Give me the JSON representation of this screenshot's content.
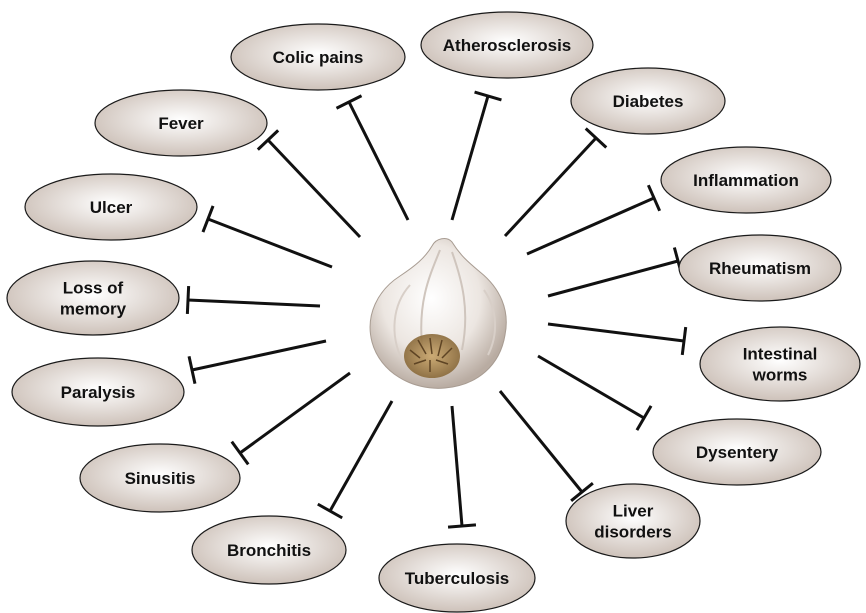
{
  "center": {
    "label": "garlic-bulb-illustration"
  },
  "colors": {
    "node_fill_center": "#ffffff",
    "node_fill_edge": "#c9bcb3",
    "node_stroke": "#1a1a1a",
    "edge": "#111111",
    "text": "#111111"
  },
  "conditions": [
    {
      "id": "colic-pains",
      "lines": [
        "Colic pains"
      ]
    },
    {
      "id": "atherosclerosis",
      "lines": [
        "Atherosclerosis"
      ]
    },
    {
      "id": "diabetes",
      "lines": [
        "Diabetes"
      ]
    },
    {
      "id": "inflammation",
      "lines": [
        "Inflammation"
      ]
    },
    {
      "id": "rheumatism",
      "lines": [
        "Rheumatism"
      ]
    },
    {
      "id": "intestinal-worms",
      "lines": [
        "Intestinal",
        "worms"
      ]
    },
    {
      "id": "dysentery",
      "lines": [
        "Dysentery"
      ]
    },
    {
      "id": "liver-disorders",
      "lines": [
        "Liver",
        "disorders"
      ]
    },
    {
      "id": "tuberculosis",
      "lines": [
        "Tuberculosis"
      ]
    },
    {
      "id": "bronchitis",
      "lines": [
        "Bronchitis"
      ]
    },
    {
      "id": "sinusitis",
      "lines": [
        "Sinusitis"
      ]
    },
    {
      "id": "paralysis",
      "lines": [
        "Paralysis"
      ]
    },
    {
      "id": "loss-of-memory",
      "lines": [
        "Loss of",
        "memory"
      ]
    },
    {
      "id": "ulcer",
      "lines": [
        "Ulcer"
      ]
    },
    {
      "id": "fever",
      "lines": [
        "Fever"
      ]
    }
  ]
}
